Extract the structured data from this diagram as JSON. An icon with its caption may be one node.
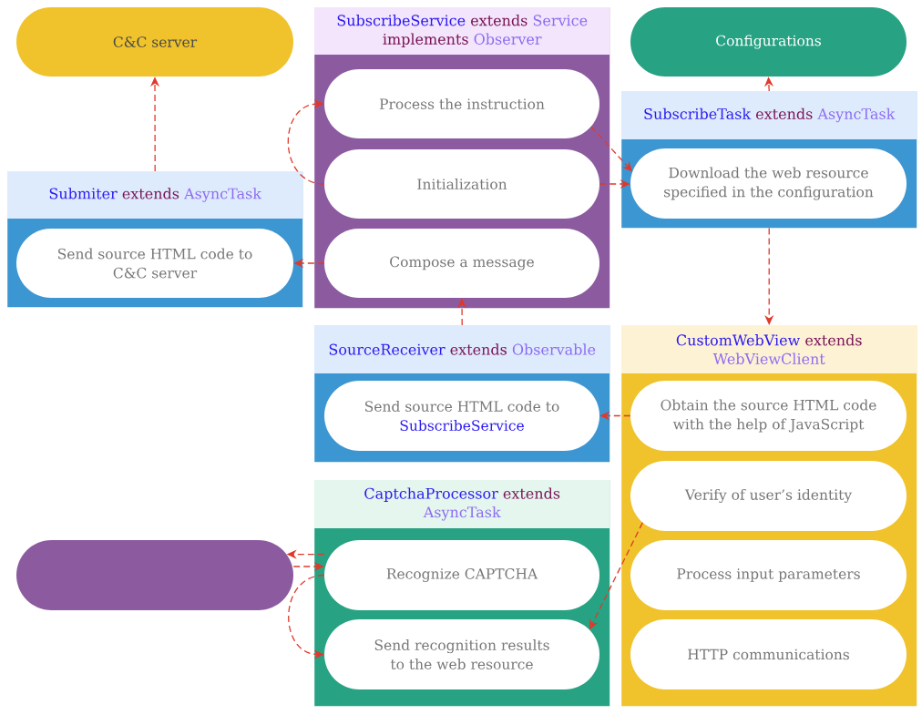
{
  "diagram": {
    "nodes": [
      {
        "text": [
          "C&C server"
        ]
      },
      {
        "text": [
          "SubscribeService extends Service implements Observer"
        ]
      },
      {
        "text": [
          "Process the instruction"
        ],
        "in": 1
      },
      {
        "text": [
          "Initialization"
        ],
        "in": 1
      },
      {
        "text": [
          "Compose a message"
        ],
        "in": 1
      },
      {
        "text": [
          "Configurations"
        ]
      },
      {
        "text": [
          "SubscribeTask extends AsyncTask"
        ]
      },
      {
        "text": [
          "Download the web resource specified in the configuration"
        ],
        "in": 6
      },
      {
        "text": [
          "Submiter extends AsyncTask"
        ]
      },
      {
        "text": [
          "Send source HTML code to C&C server"
        ],
        "in": 8
      },
      {
        "text": [
          "SourceReceiver extends Observable"
        ]
      },
      {
        "text": [
          "Send source HTML code to SubscribeService"
        ],
        "in": 10
      },
      {
        "text": [
          "CustomWebView extends WebViewClient"
        ]
      },
      {
        "text": [
          "Obtain the source HTML code with the help of JavaScript"
        ],
        "in": 12
      },
      {
        "text": [
          "Verify of user’s identity"
        ],
        "in": 12
      },
      {
        "text": [
          "Process input parameters"
        ],
        "in": 12
      },
      {
        "text": [
          "HTTP communications"
        ],
        "in": 12
      },
      {
        "text": [
          "CaptchaProcessor extends AsyncTask"
        ]
      },
      {
        "text": [
          "Recognize CAPTCHA"
        ],
        "in": 17
      },
      {
        "text": [
          "Send recognition results to the web resource"
        ],
        "in": 17
      },
      {
        "text": [],
        "shape": "box"
      }
    ],
    "edges": [
      {
        "from": 8,
        "to": 0,
        "arrow": "to",
        "style": "dashed"
      },
      {
        "from": 3,
        "to": 2,
        "arrow": "to",
        "style": "dashed"
      },
      {
        "from": 2,
        "to": 7,
        "arrow": "to",
        "style": "dashed"
      },
      {
        "from": 3,
        "to": 7,
        "arrow": "to",
        "style": "dashed"
      },
      {
        "from": 4,
        "to": 9,
        "arrow": "to",
        "style": "dashed"
      },
      {
        "from": 6,
        "to": 5,
        "arrow": "to",
        "style": "dashed"
      },
      {
        "from": 6,
        "to": 12,
        "arrow": "to",
        "style": "dashed"
      },
      {
        "from": 10,
        "to": 4,
        "arrow": "to",
        "style": "dashed"
      },
      {
        "from": 13,
        "to": 11,
        "arrow": "to",
        "style": "dashed"
      },
      {
        "from": 14,
        "to": 19,
        "arrow": "to",
        "style": "dashed"
      },
      {
        "from": 18,
        "to": 20,
        "arrow": "to",
        "style": "dashed"
      },
      {
        "from": 20,
        "to": 18,
        "arrow": "to",
        "style": "dashed"
      },
      {
        "from": 18,
        "to": 19,
        "arrow": "to",
        "style": "dashed"
      }
    ]
  }
}
